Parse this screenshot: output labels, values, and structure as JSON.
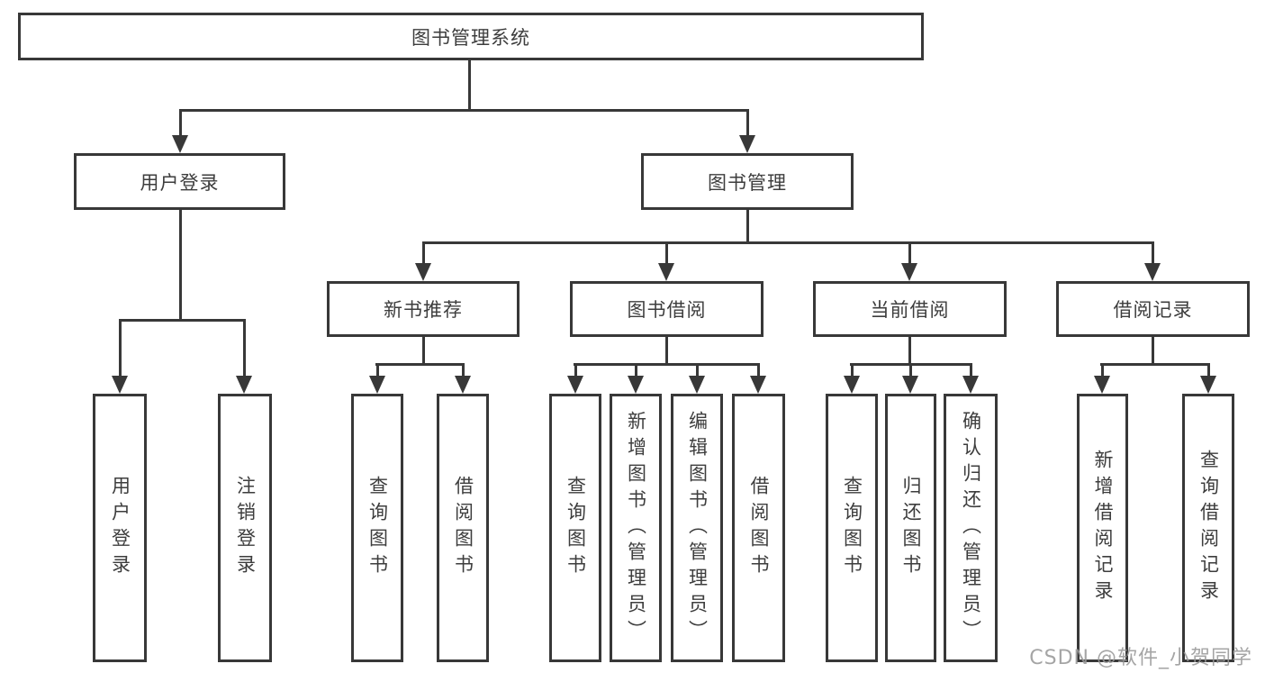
{
  "diagram": {
    "root": "图书管理系统",
    "level2": [
      "用户登录",
      "图书管理"
    ],
    "level3": [
      "新书推荐",
      "图书借阅",
      "当前借阅",
      "借阅记录"
    ],
    "leaves_login": [
      "用户登录",
      "注销登录"
    ],
    "leaves_recommend": [
      "查询图书",
      "借阅图书"
    ],
    "leaves_borrow": [
      "查询图书",
      "新增图书（管理员）",
      "编辑图书（管理员）",
      "借阅图书"
    ],
    "leaves_current": [
      "查询图书",
      "归还图书",
      "确认归还（管理员）"
    ],
    "leaves_records": [
      "新增借阅记录",
      "查询借阅记录"
    ]
  },
  "watermark": "CSDN @软件_小贺同学",
  "colors": {
    "line": "#383838",
    "text": "#3d3d3d",
    "watermark": "#999999",
    "background": "#ffffff"
  }
}
